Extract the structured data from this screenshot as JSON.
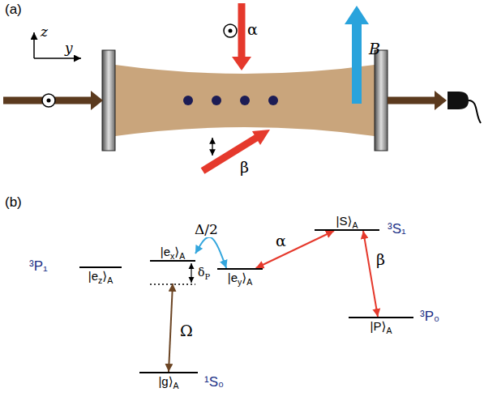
{
  "diagram": {
    "nodes": [
      {
        "text": [
          "|S⟩A"
        ]
      },
      {
        "text": [
          "|ez⟩A"
        ]
      },
      {
        "text": [
          "|ex⟩A"
        ]
      },
      {
        "text": [
          "|ey⟩A"
        ]
      },
      {
        "text": [
          "|P⟩A"
        ]
      },
      {
        "text": [
          "|g⟩A"
        ]
      }
    ],
    "edges": [
      {
        "from": 2,
        "to": 3,
        "arrow": "both",
        "label": "Δ/2"
      },
      {
        "from": 3,
        "to": 0,
        "arrow": "both",
        "label": "α"
      },
      {
        "from": 0,
        "to": 4,
        "arrow": "both",
        "label": "β"
      },
      {
        "from": 5,
        "to": 2,
        "arrow": "both",
        "label": "Ω"
      }
    ],
    "labels": [
      "(a)",
      "z",
      "y",
      "α",
      "β",
      "B",
      "(b)",
      "³S₁",
      "³P₁",
      "δP",
      "¹S₀",
      "³P₀"
    ]
  }
}
